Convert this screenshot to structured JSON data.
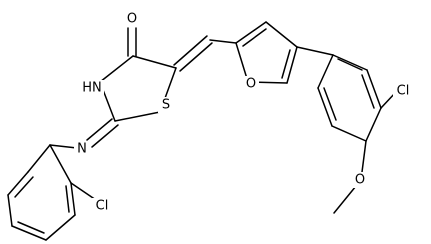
{
  "molecule": {
    "atom_labels": {
      "O_carbonyl": "O",
      "NH": "HN",
      "S": "S",
      "N_imine": "N",
      "O_furan": "O",
      "Cl_left": "Cl",
      "Cl_right": "Cl",
      "O_methoxy": "O"
    },
    "colors": {
      "bond": "#000000",
      "label": "#000000",
      "background": "#ffffff"
    }
  }
}
